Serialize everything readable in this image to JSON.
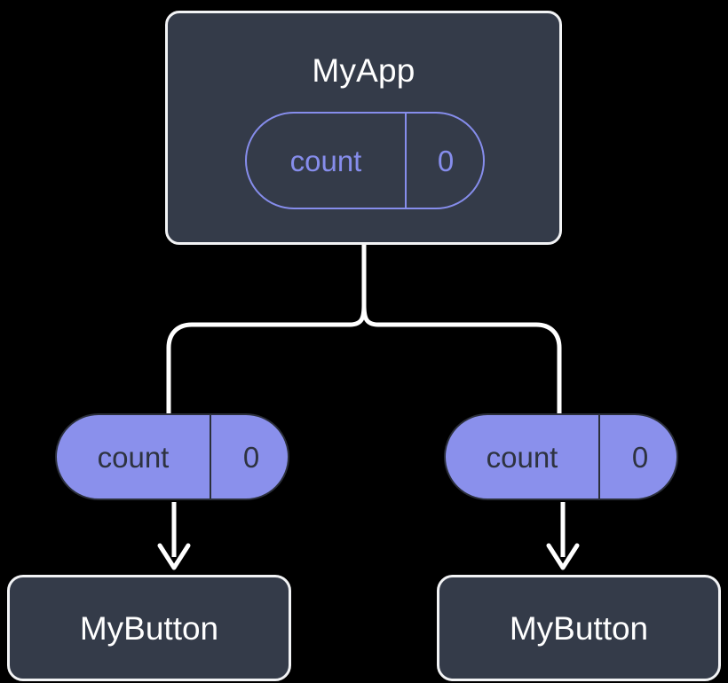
{
  "diagram": {
    "type": "component-state-tree",
    "background_color": "#000000",
    "palette": {
      "box_fill": "#343b49",
      "box_border": "#f2f3f5",
      "pill_fill": "#8a90ec",
      "pill_outline": "#868dec",
      "pill_text_dark": "#2e3340",
      "title_text": "#ffffff",
      "wire": "#ffffff"
    },
    "root": {
      "title": "MyApp",
      "state": {
        "key": "count",
        "value": "0",
        "style": "outlined"
      }
    },
    "children": [
      {
        "side": "left",
        "state": {
          "key": "count",
          "value": "0",
          "style": "filled"
        },
        "title": "MyButton"
      },
      {
        "side": "right",
        "state": {
          "key": "count",
          "value": "0",
          "style": "filled"
        },
        "title": "MyButton"
      }
    ],
    "connectors": [
      {
        "name": "root-to-children-fork",
        "from": "MyApp",
        "to": [
          "left count pill",
          "right count pill"
        ],
        "arrow": false
      },
      {
        "name": "left-state-to-button",
        "from": "left count pill",
        "to": "left MyButton",
        "arrow": true
      },
      {
        "name": "right-state-to-button",
        "from": "right count pill",
        "to": "right MyButton",
        "arrow": true
      }
    ]
  }
}
